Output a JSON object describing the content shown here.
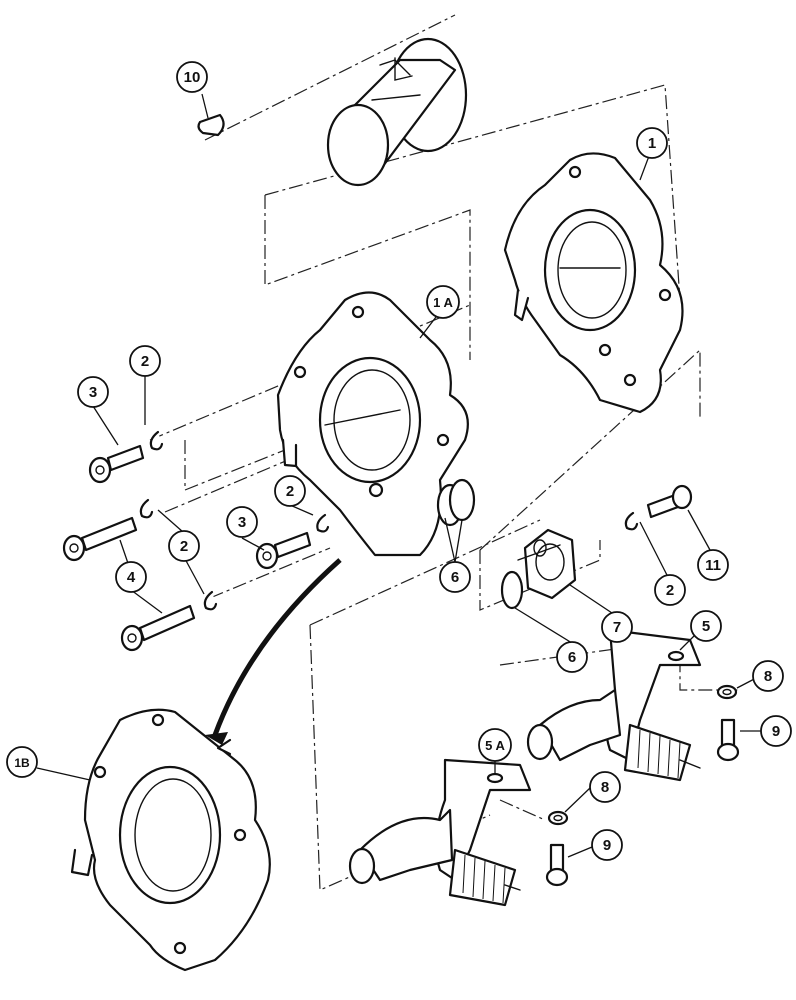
{
  "callouts": {
    "c10": "10",
    "c1": "1",
    "c1a": "1 A",
    "c1b": "1B",
    "c2a": "2",
    "c2b": "2",
    "c2c": "2",
    "c2d": "2",
    "c3a": "3",
    "c3b": "3",
    "c4": "4",
    "c5": "5",
    "c5a": "5 A",
    "c6a": "6",
    "c6b": "6",
    "c7": "7",
    "c8a": "8",
    "c8b": "8",
    "c9a": "9",
    "c9b": "9",
    "c11": "11"
  }
}
